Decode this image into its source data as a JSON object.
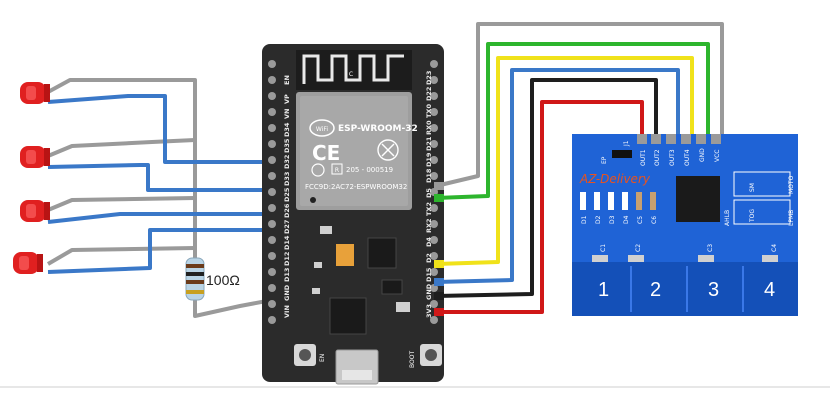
{
  "resistor": {
    "label": "100Ω"
  },
  "esp32": {
    "module_name": "ESP-WROOM-32",
    "wifi_text": "WiFi",
    "ce_text": "CE",
    "r_text": "R",
    "r_code": "205 - 000519",
    "fcc_text": "FCC9D:2AC72-ESPWROOM32",
    "antenna_label": "C",
    "en_button": "EN",
    "boot_button": "BOOT",
    "left_pins": [
      "EN",
      "VP",
      "VN",
      "D34",
      "D35",
      "D32",
      "D33",
      "D25",
      "D26",
      "D27",
      "D14",
      "D12",
      "D13",
      "GND",
      "VIN"
    ],
    "right_pins": [
      "D23",
      "D22",
      "TX0",
      "RX0",
      "D21",
      "D19",
      "D18",
      "D5",
      "TX2",
      "RX2",
      "D4",
      "D2",
      "D15",
      "GND",
      "3V3"
    ]
  },
  "touch_board": {
    "brand": "AZ-Delivery",
    "header_pins": [
      "OUT1",
      "OUT2",
      "OUT3",
      "OUT4",
      "GND",
      "VCC"
    ],
    "pads": [
      "1",
      "2",
      "3",
      "4"
    ],
    "led_labels": [
      "D1",
      "D2",
      "D3",
      "D4"
    ],
    "cap_labels": [
      "C1",
      "C2",
      "C3",
      "C4"
    ],
    "small_caps": [
      "C5",
      "C6"
    ],
    "jumper_labels": [
      "AHLB",
      "TOG",
      "LPMB",
      "MOTO",
      "SM",
      "J1",
      "EP"
    ]
  },
  "colors": {
    "board_black": "#2b2b2b",
    "touch_blue": "#1f63d6",
    "pad_blue": "#1450b8",
    "wire_blue": "#3a78c8",
    "wire_gray": "#9a9a9a",
    "wire_green": "#2db52d",
    "wire_yellow": "#f0e21a",
    "wire_black": "#1e1e1e",
    "wire_red": "#d01818",
    "led_red": "#e02020"
  }
}
